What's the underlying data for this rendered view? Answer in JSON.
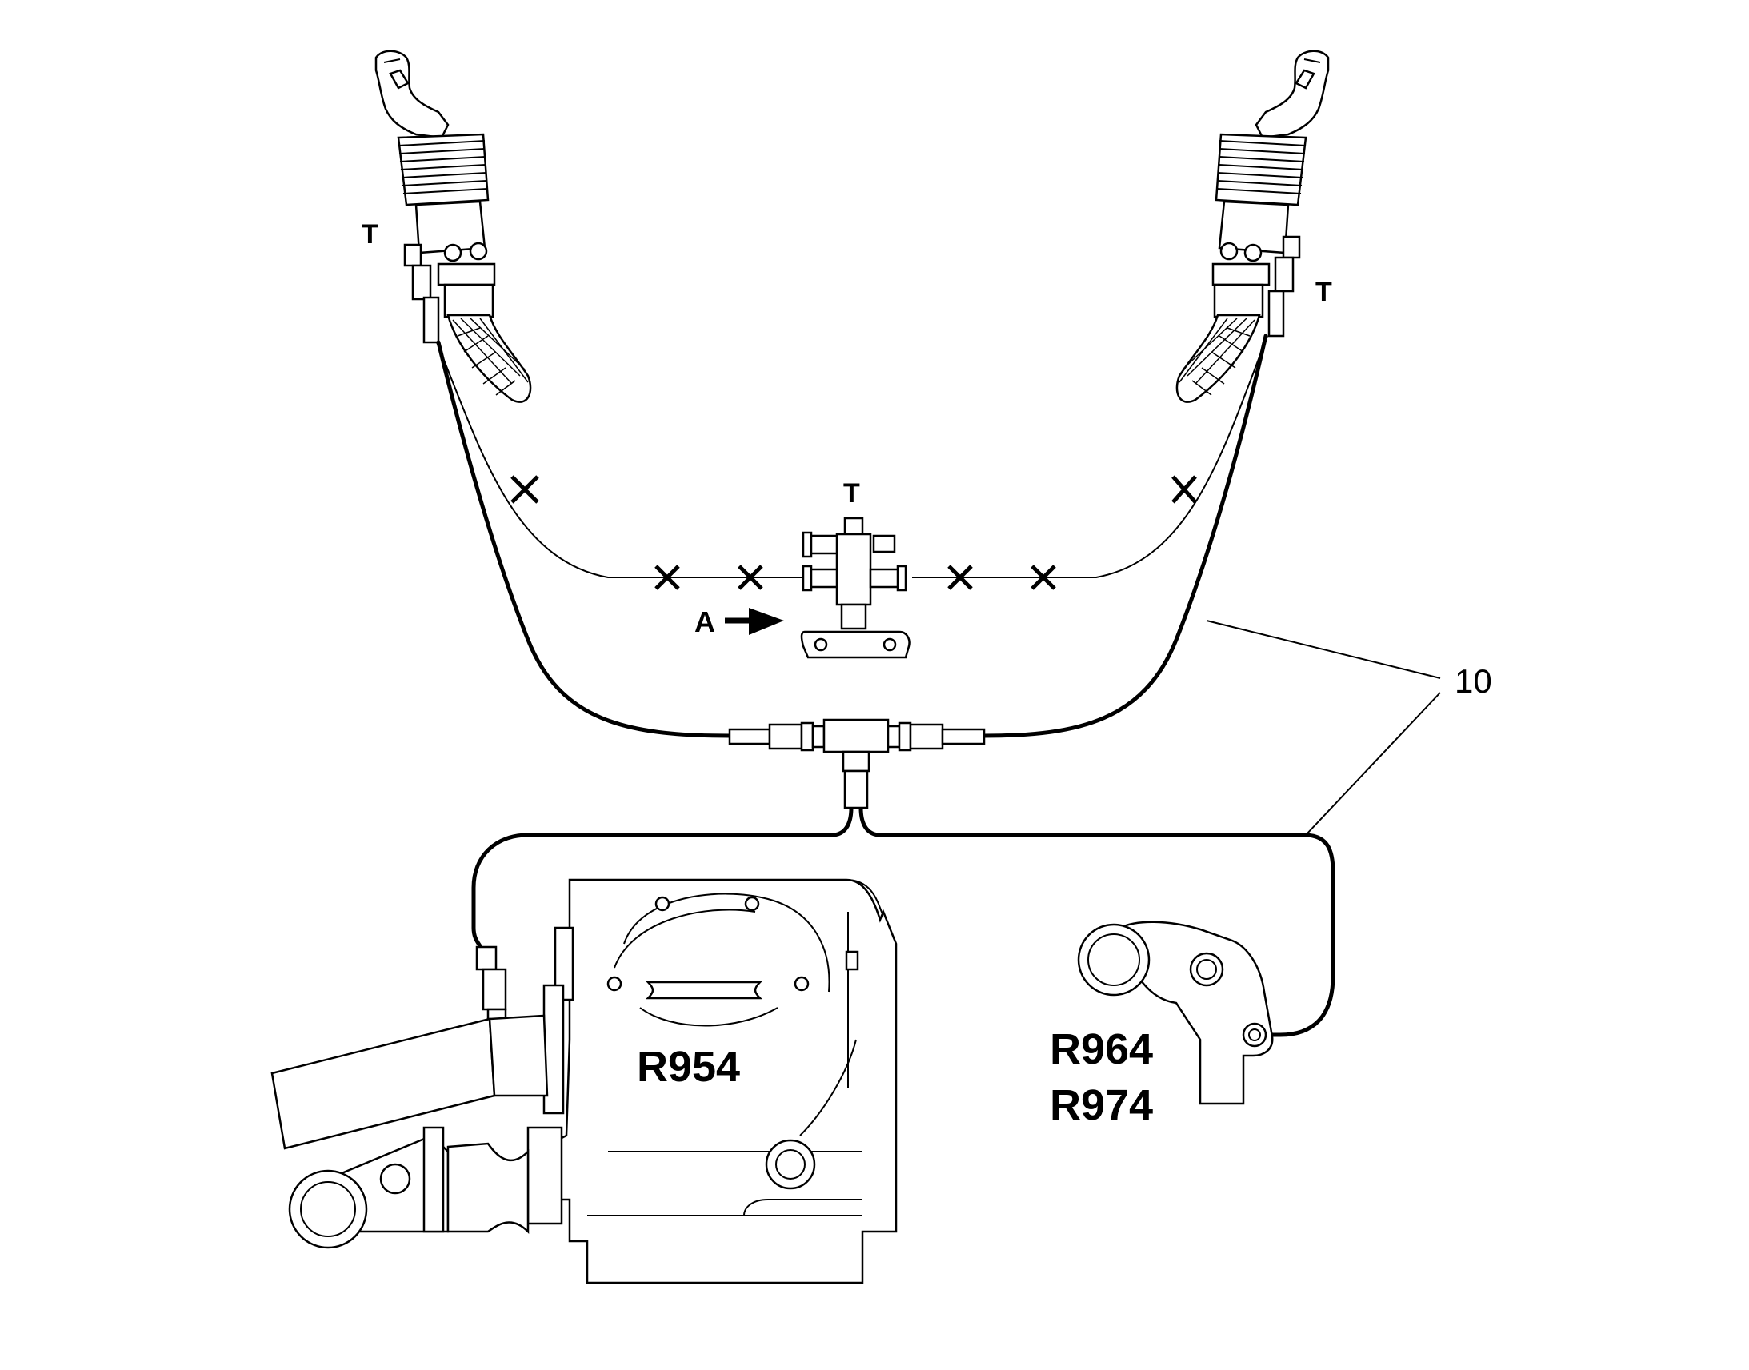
{
  "labels": {
    "tee_left": "T",
    "tee_right": "T",
    "tee_center": "T",
    "arrow_a": "A",
    "callout_10": "10",
    "r954": "R954",
    "r964": "R964",
    "r974": "R974"
  }
}
